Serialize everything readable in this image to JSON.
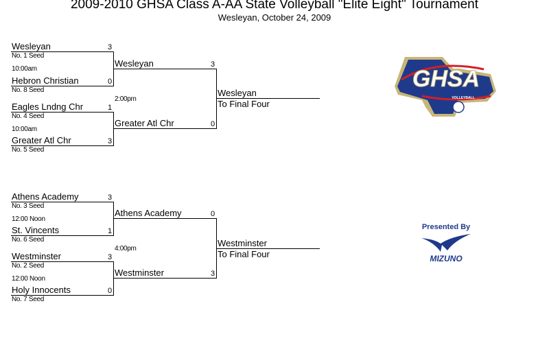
{
  "title": "2009-2010 GHSA Class A-AA State Volleyball \"Elite Eight\" Tournament",
  "subtitle": "Wesleyan, October 24, 2009",
  "regions": [
    {
      "first_round": [
        {
          "time": "10:00am",
          "teams": [
            {
              "name": "Wesleyan",
              "seed": "No. 1 Seed",
              "score": "3"
            },
            {
              "name": "Hebron Christian",
              "seed": "No. 8 Seed",
              "score": "0"
            }
          ]
        },
        {
          "time": "10:00am",
          "teams": [
            {
              "name": "Eagles Lndng Chr",
              "seed": "No. 4 Seed",
              "score": "1"
            },
            {
              "name": "Greater Atl Chr",
              "seed": "No. 5 Seed",
              "score": "3"
            }
          ]
        }
      ],
      "semi": {
        "time": "2:00pm",
        "teams": [
          {
            "name": "Wesleyan",
            "score": "3"
          },
          {
            "name": "Greater Atl Chr",
            "score": "0"
          }
        ]
      },
      "winner": {
        "name": "Wesleyan",
        "note": "To Final Four"
      }
    },
    {
      "first_round": [
        {
          "time": "12:00 Noon",
          "teams": [
            {
              "name": "Athens Academy",
              "seed": "No. 3 Seed",
              "score": "3"
            },
            {
              "name": "St. Vincents",
              "seed": "No. 6 Seed",
              "score": "1"
            }
          ]
        },
        {
          "time": "12:00 Noon",
          "teams": [
            {
              "name": "Westminster",
              "seed": "No. 2 Seed",
              "score": "3"
            },
            {
              "name": "Holy Innocents",
              "seed": "No. 7 Seed",
              "score": "0"
            }
          ]
        }
      ],
      "semi": {
        "time": "4:00pm",
        "teams": [
          {
            "name": "Athens Academy",
            "score": "0"
          },
          {
            "name": "Westminster",
            "score": "3"
          }
        ]
      },
      "winner": {
        "name": "Westminster",
        "note": "To Final Four"
      }
    }
  ],
  "logo": {
    "text": "GHSA",
    "subtext": "VOLLEYBALL"
  },
  "sponsor": {
    "label": "Presented By",
    "name": "MIZUNO"
  },
  "colors": {
    "navy": "#1f3a8a",
    "red": "#d0202a",
    "gold": "#c8b57a"
  }
}
